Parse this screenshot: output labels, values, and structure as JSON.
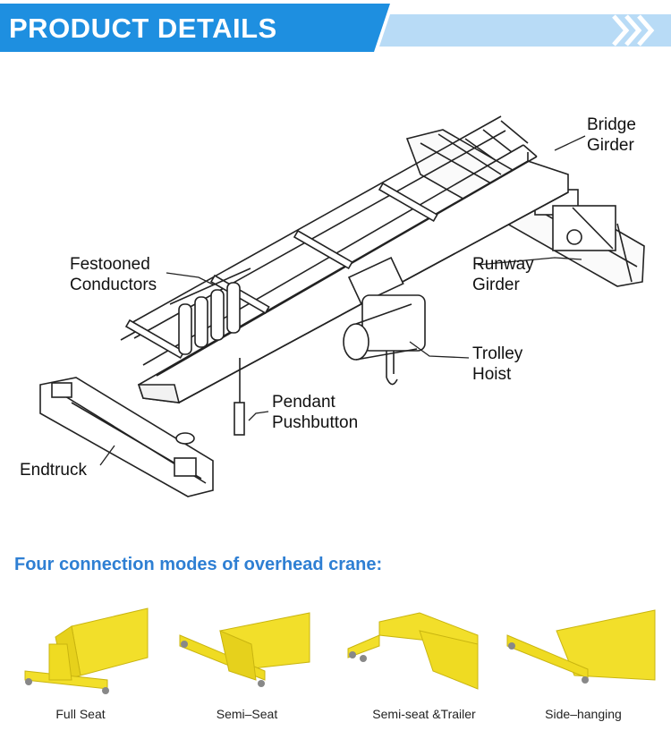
{
  "header": {
    "title": "PRODUCT DETAILS",
    "primary_color": "#1e8fe0",
    "secondary_color": "#b8dbf6",
    "chevron_icon": "double-chevron-right-icon"
  },
  "diagram": {
    "labels": {
      "bridge_girder": [
        "Bridge",
        "Girder"
      ],
      "festooned_conductors": [
        "Festooned",
        "Conductors"
      ],
      "runway_girder": [
        "Runway",
        "Girder"
      ],
      "trolley_hoist": [
        "Trolley",
        "Hoist"
      ],
      "pendant_pushbutton": [
        "Pendant",
        "Pushbutton"
      ],
      "endtruck": [
        "Endtruck"
      ]
    }
  },
  "connection_modes": {
    "title": "Four connection modes of overhead crane:",
    "title_color": "#2e7fd3",
    "crane_color": "#f2df2a",
    "items": [
      {
        "label": "Full Seat"
      },
      {
        "label": "Semi–Seat"
      },
      {
        "label": "Semi-seat &Trailer"
      },
      {
        "label": "Side–hanging"
      }
    ]
  }
}
